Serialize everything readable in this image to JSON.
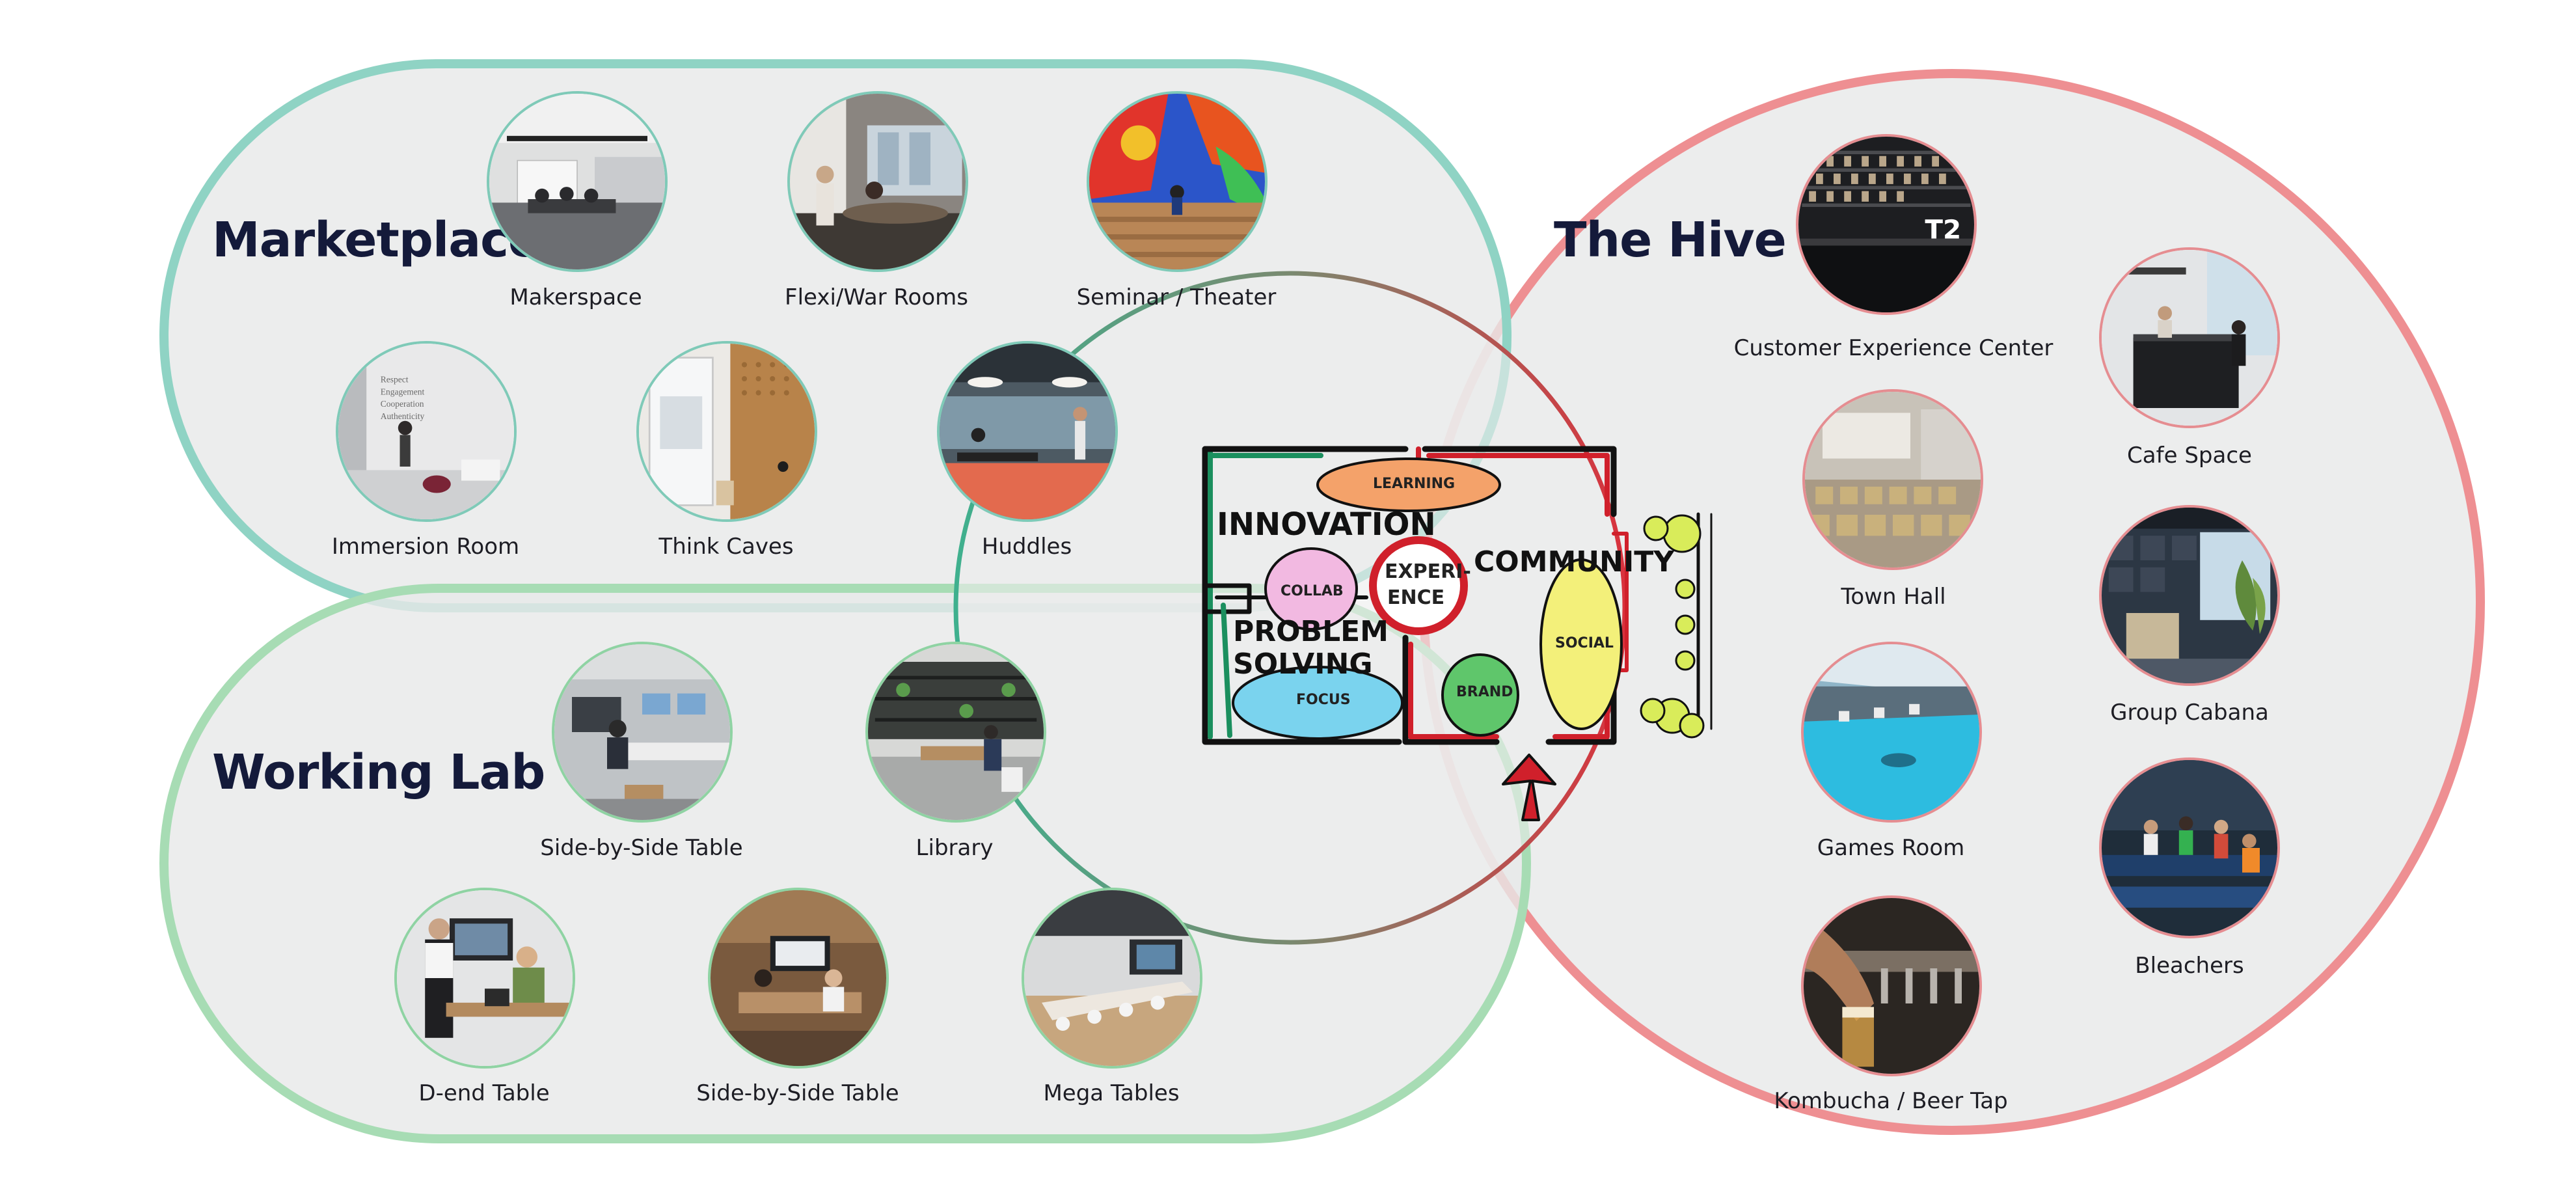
{
  "regions": {
    "marketplace": {
      "title": "Marketplace",
      "color": "#8fd3c4"
    },
    "working_lab": {
      "title": "Working Lab",
      "color": "#a7dcb4"
    },
    "hive": {
      "title": "The Hive",
      "color": "#ee8f92"
    }
  },
  "items": {
    "makerspace": "Makerspace",
    "flexi": "Flexi/War Rooms",
    "seminar": "Seminar / Theater",
    "immersion": "Immersion Room",
    "think_caves": "Think Caves",
    "huddles": "Huddles",
    "side_by_side_1": "Side-by-Side Table",
    "library": "Library",
    "d_end": "D-end Table",
    "side_by_side_2": "Side-by-Side Table",
    "mega": "Mega Tables",
    "customer_exp": "Customer Experience Center",
    "cafe": "Cafe Space",
    "town_hall": "Town Hall",
    "group_cabana": "Group Cabana",
    "games_room": "Games Room",
    "bleachers": "Bleachers",
    "kombucha": "Kombucha / Beer Tap"
  },
  "photo_text": {
    "t2_logo": "T2",
    "wall_words": [
      "Respect",
      "Engagement",
      "Cooperation",
      "Authenticity"
    ]
  },
  "sketch": {
    "learning": "LEARNING",
    "innovation": "INNOVATION",
    "collab": "COLLAB",
    "experience_line1": "EXPERI-",
    "experience_line2": "ENCE",
    "community": "COMMUNITY",
    "problem": "PROBLEM",
    "solving": "SOLVING",
    "focus": "FOCUS",
    "brand": "BRAND",
    "social": "SOCIAL"
  }
}
